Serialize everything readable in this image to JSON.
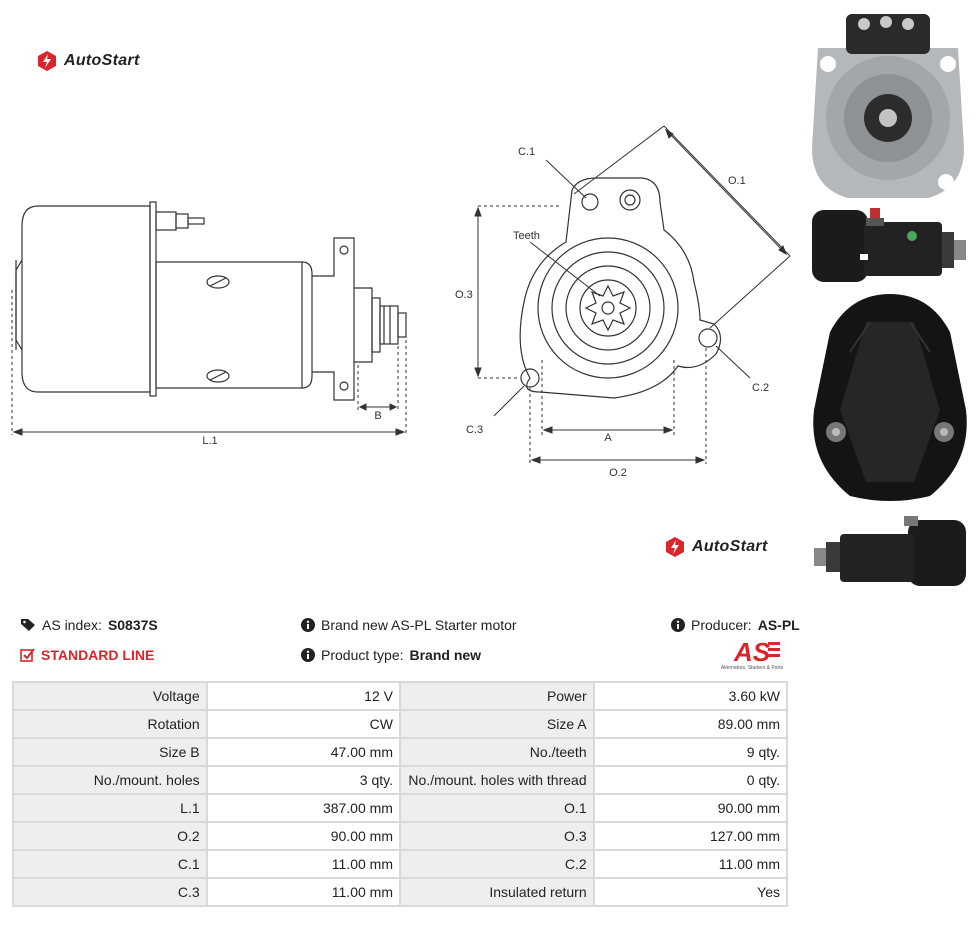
{
  "brand": {
    "name": "AutoStart"
  },
  "drawing": {
    "labels": {
      "l1": "L.1",
      "b": "B",
      "c1": "C.1",
      "teeth": "Teeth",
      "o1": "O.1",
      "o3": "O.3",
      "c2": "C.2",
      "c3": "C.3",
      "a": "A",
      "o2": "O.2"
    }
  },
  "info": {
    "as_index_label": "AS index:",
    "as_index_value": "S0837S",
    "line_label": "STANDARD LINE",
    "description": "Brand new AS-PL Starter motor",
    "product_type_label": "Product type:",
    "product_type_value": "Brand new",
    "producer_label": "Producer:",
    "producer_value": "AS-PL"
  },
  "producer_logo": {
    "mark": "AS",
    "tagline": "Alternators, Starters & Parts"
  },
  "specs": [
    {
      "k1": "Voltage",
      "v1": "12 V",
      "k2": "Power",
      "v2": "3.60 kW"
    },
    {
      "k1": "Rotation",
      "v1": "CW",
      "k2": "Size A",
      "v2": "89.00 mm"
    },
    {
      "k1": "Size B",
      "v1": "47.00 mm",
      "k2": "No./teeth",
      "v2": "9 qty."
    },
    {
      "k1": "No./mount. holes",
      "v1": "3 qty.",
      "k2": "No./mount. holes with thread",
      "v2": "0 qty."
    },
    {
      "k1": "L.1",
      "v1": "387.00 mm",
      "k2": "O.1",
      "v2": "90.00 mm"
    },
    {
      "k1": "O.2",
      "v1": "90.00 mm",
      "k2": "O.3",
      "v2": "127.00 mm"
    },
    {
      "k1": "C.1",
      "v1": "11.00 mm",
      "k2": "C.2",
      "v2": "11.00 mm"
    },
    {
      "k1": "C.3",
      "v1": "11.00 mm",
      "k2": "Insulated return",
      "v2": "Yes"
    }
  ],
  "colors": {
    "accent": "#d8262c",
    "table_key_bg": "#eeeeee",
    "table_border": "#d9d9d9"
  },
  "icons": [
    "autostart-logo-icon",
    "tag-icon",
    "checkbox-icon",
    "info-icon",
    "as-pl-logo-icon"
  ]
}
